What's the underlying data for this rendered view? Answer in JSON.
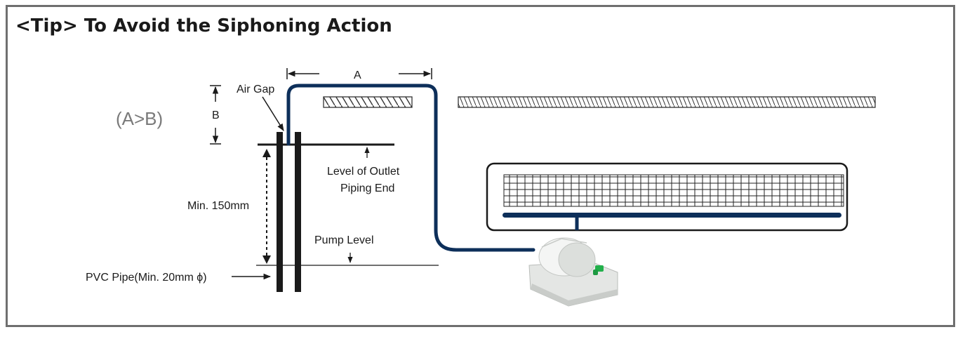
{
  "title": "<Tip> To Avoid the Siphoning Action",
  "labels": {
    "a": "A",
    "b": "B",
    "condition": "(A>B)",
    "air_gap": "Air Gap",
    "outlet_level_line1": "Level of Outlet",
    "outlet_level_line2": "Piping End",
    "min_height": "Min. 150mm",
    "pump_level": "Pump Level",
    "pvc_pipe": "PVC Pipe(Min. 20mm ϕ)"
  },
  "colors": {
    "border": "#6f6f6f",
    "hose": "#0d2f5a",
    "pipe": "#1a1a1a",
    "pump_valve": "#22b04b"
  }
}
